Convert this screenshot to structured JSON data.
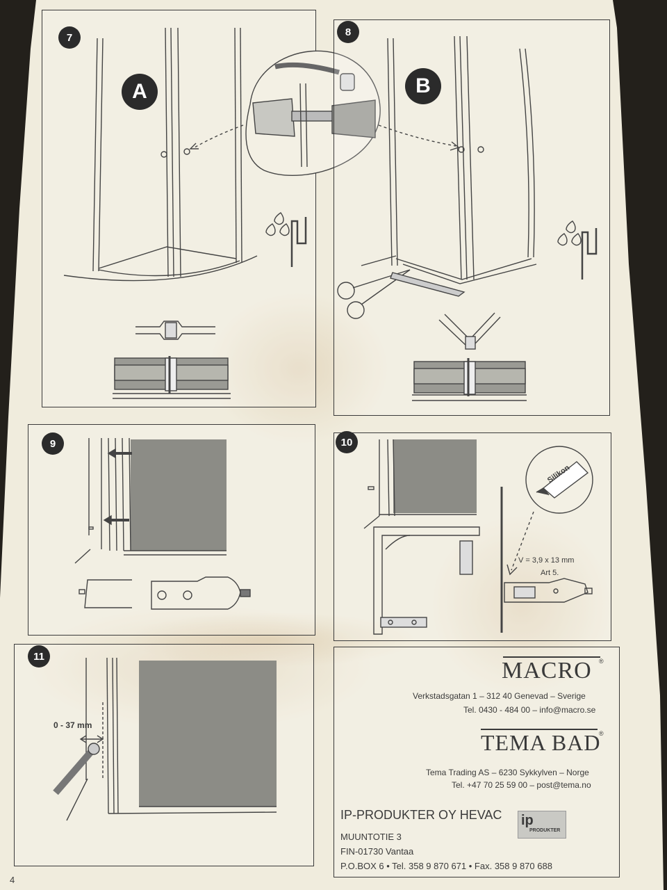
{
  "steps": {
    "s7": {
      "number": "7",
      "label": "A"
    },
    "s8": {
      "number": "8",
      "label": "B"
    },
    "s9": {
      "number": "9"
    },
    "s10": {
      "number": "10",
      "silikon": "Silikon",
      "spec_v": "V = 3,9 x 13 mm",
      "spec_art": "Art 5."
    },
    "s11": {
      "number": "11",
      "gap": "0 - 37 mm"
    }
  },
  "contacts": {
    "macro": {
      "name": "MACRO",
      "mark": "®",
      "address": "Verkstadsgatan 1  –  312 40 Genevad  –  Sverige",
      "phone": "Tel. 0430 - 484 00  –  info@macro.se"
    },
    "tema": {
      "name": "TEMA BAD",
      "mark": "®",
      "address": "Tema Trading AS  –  6230 Sykkylven  – Norge",
      "phone": "Tel. +47 70 25 59 00  –  post@tema.no"
    },
    "ip": {
      "name": "IP-PRODUKTER OY HEVAC",
      "street": "MUUNTOTIE 3",
      "city": "FIN-01730 Vantaa",
      "phone": "P.O.BOX 6 • Tel. 358 9 870 671 • Fax. 358 9 870 688",
      "logo_text": "PRODUKTER",
      "logo_letter": "ip"
    }
  },
  "page_number": "4",
  "colors": {
    "paper": "#f0ecdd",
    "ink": "#3a3a3a",
    "glass": "#8b8b84",
    "badge": "#2b2b2b"
  }
}
